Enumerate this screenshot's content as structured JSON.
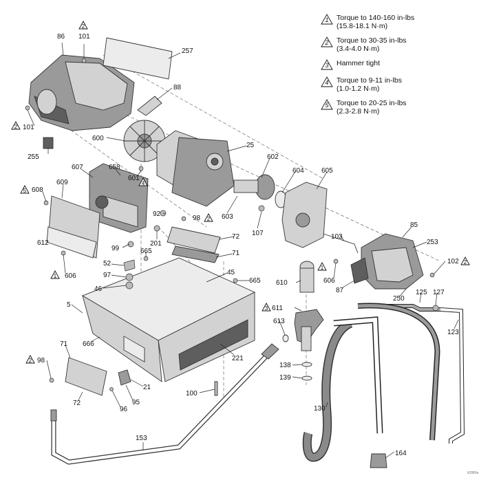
{
  "legend": [
    {
      "num": "1",
      "line1": "Torque to 140-160 in-lbs",
      "line2": "(15.8-18.1 N·m)"
    },
    {
      "num": "2",
      "line1": "Torque to 30-35 in-lbs",
      "line2": "(3.4-4.0 N·m)"
    },
    {
      "num": "3",
      "line1": "Hammer tight",
      "line2": ""
    },
    {
      "num": "4",
      "line1": "Torque to 9-11 in-lbs",
      "line2": "(1.0-1.2 N·m)"
    },
    {
      "num": "5",
      "line1": "Torque to 20-25 in-lbs",
      "line2": "(2.3-2.8 N·m)"
    }
  ],
  "callouts": {
    "p86": "86",
    "p101a": "101",
    "p257": "257",
    "p88": "88",
    "p101b": "101",
    "p600": "600",
    "p255": "255",
    "p25": "25",
    "p602": "602",
    "p604": "604",
    "p605": "605",
    "p607": "607",
    "p658": "658",
    "p601": "601",
    "p608": "608",
    "p609": "609",
    "p603": "603",
    "p107": "107",
    "p92": "92",
    "p98a": "98",
    "p612": "612",
    "p72a": "72",
    "p71a": "71",
    "p201": "201",
    "p85": "85",
    "p253": "253",
    "p103": "103",
    "p99": "99",
    "p665a": "665",
    "p52": "52",
    "p606a": "606",
    "p102": "102",
    "p45": "45",
    "p97": "97",
    "p665b": "665",
    "p606b": "606",
    "p610": "610",
    "p87": "87",
    "p46": "46",
    "p125": "125",
    "p127": "127",
    "p250": "250",
    "p5": "5",
    "p611": "611",
    "p613": "613",
    "p123": "123",
    "p666": "666",
    "p221": "221",
    "p71b": "71",
    "p98b": "98",
    "p138": "138",
    "p139": "139",
    "p21": "21",
    "p72b": "72",
    "p95": "95",
    "p96": "96",
    "p100": "100",
    "p130": "130",
    "p153": "153",
    "p164": "164"
  },
  "warn_markers": {
    "w101a": "2",
    "w101b": "2",
    "w608": "5",
    "w601": "4",
    "w98a": "2",
    "w606a": "1",
    "w606b": "1",
    "w102": "2",
    "w611": "3",
    "w98b": "2"
  },
  "figure_code": "ti3986a"
}
